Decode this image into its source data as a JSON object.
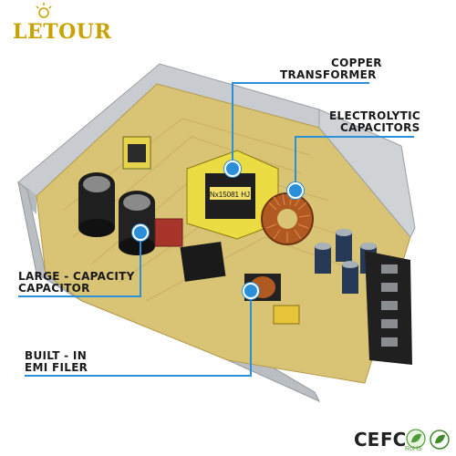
{
  "brand": {
    "name": "LETOUR"
  },
  "labels": {
    "copper": [
      "COPPER",
      "TRANSFORMER"
    ],
    "electrolytic": [
      "ELECTROLYTIC",
      "CAPACITORS"
    ],
    "large": [
      "LARGE - CAPACITY",
      "CAPACITOR"
    ],
    "emi": [
      "BUILT - IN",
      "EMI FILER"
    ]
  },
  "board": {
    "transformer_marking": "Nx15081 HJ"
  },
  "certifications": {
    "ce": "CE",
    "fc": "FC",
    "rohs": "RoHS"
  },
  "colors": {
    "accent": "#2b8fd9",
    "board": "#d9c374",
    "logo": "#c9a200"
  }
}
